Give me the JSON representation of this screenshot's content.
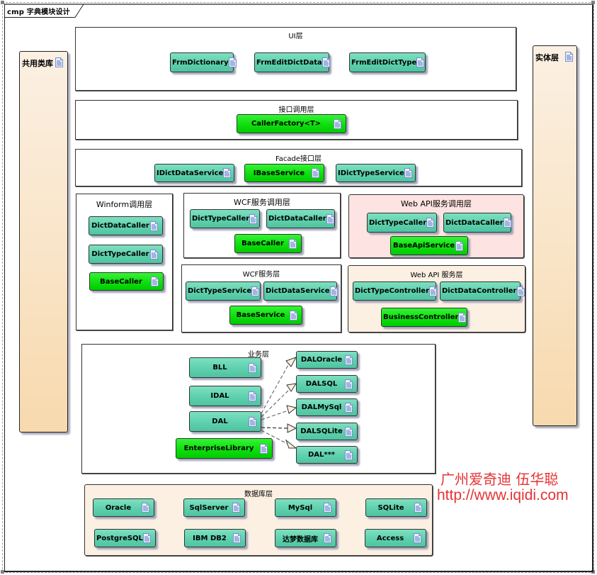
{
  "diagram": {
    "title": "cmp 字典模块设计",
    "colors": {
      "teal": "#5ed0ad",
      "green": "#12e012",
      "beige": "#fbf0e2",
      "pink": "#fde3e1",
      "watermark": "#e53333"
    }
  },
  "side_left": {
    "label": "共用类库",
    "icon": "document-icon"
  },
  "side_right": {
    "label": "实体层",
    "icon": "document-icon"
  },
  "packages": {
    "ui": {
      "title": "UI层",
      "components": [
        "FrmDictionary",
        "FrmEditDictData",
        "FrmEditDictType"
      ]
    },
    "caller": {
      "title": "接口调用层",
      "components": [
        "CallerFactory<T>"
      ]
    },
    "facade": {
      "title": "Facade接口层",
      "components": [
        "IDictDataService",
        "IBaseService",
        "IDictTypeService"
      ]
    },
    "winform": {
      "title": "Winform调用层",
      "components": [
        "DictDataCaller",
        "DictTypeCaller",
        "BaseCaller"
      ]
    },
    "wcf_caller": {
      "title": "WCF服务调用层",
      "components": [
        "DictTypeCaller",
        "DictDataCaller",
        "BaseCaller"
      ]
    },
    "webapi_caller": {
      "title": "Web API服务调用层",
      "components": [
        "DictTypeCaller",
        "DictDataCaller",
        "BaseApiService"
      ]
    },
    "wcf_service": {
      "title": "WCF服务层",
      "components": [
        "DictTypeService",
        "DictDataService",
        "BaseService"
      ]
    },
    "webapi_service": {
      "title": "Web API 服务层",
      "components": [
        "DictTypeController",
        "DictDataController",
        "BusinessController"
      ]
    },
    "business": {
      "title": "业务层",
      "components": [
        "BLL",
        "IDAL",
        "DAL",
        "EnterpriseLibrary"
      ],
      "implementations": [
        "DALOracle",
        "DALSQL",
        "DALMySql",
        "DALSQLite",
        "DAL***"
      ],
      "relations": [
        {
          "from": "DAL",
          "to": "DALOracle",
          "type": "realization"
        },
        {
          "from": "DAL",
          "to": "DALSQL",
          "type": "realization"
        },
        {
          "from": "DAL",
          "to": "DALMySql",
          "type": "realization"
        },
        {
          "from": "DAL",
          "to": "DALSQLite",
          "type": "realization"
        },
        {
          "from": "DAL",
          "to": "DAL***",
          "type": "realization"
        }
      ]
    },
    "database": {
      "title": "数据库层",
      "components": [
        "Oracle",
        "SqlServer",
        "MySql",
        "SQLite",
        "PostgreSQL",
        "IBM DB2",
        "达梦数据库",
        "Access"
      ]
    }
  },
  "watermark": {
    "line1": "广州爱奇迪  伍华聪",
    "line2": "http://www.iqidi.com"
  }
}
